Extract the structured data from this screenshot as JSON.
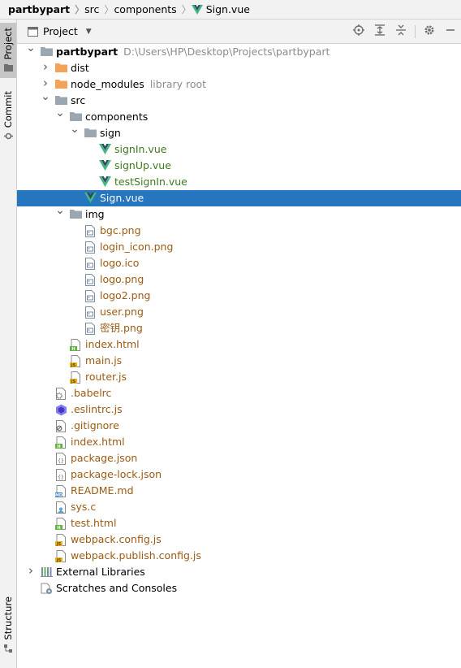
{
  "breadcrumb": {
    "items": [
      "partbypart",
      "src",
      "components",
      "Sign.vue"
    ]
  },
  "sidebar_tabs": {
    "project": "Project",
    "commit": "Commit",
    "structure": "Structure"
  },
  "tool_window": {
    "title": "Project",
    "toolbar_icons": [
      "locate-icon",
      "expand-all-icon",
      "collapse-all-icon",
      "settings-icon",
      "hide-icon"
    ]
  },
  "tree": {
    "root": {
      "label": "partbypart",
      "path": "D:\\Users\\HP\\Desktop\\Projects\\partbypart"
    },
    "dist": {
      "label": "dist"
    },
    "node_modules": {
      "label": "node_modules",
      "hint": "library root"
    },
    "src": {
      "label": "src"
    },
    "components": {
      "label": "components"
    },
    "sign": {
      "label": "sign"
    },
    "signIn": {
      "label": "signIn.vue"
    },
    "signUp": {
      "label": "signUp.vue"
    },
    "testSignIn": {
      "label": "testSignIn.vue"
    },
    "Sign": {
      "label": "Sign.vue"
    },
    "img": {
      "label": "img"
    },
    "bgc": {
      "label": "bgc.png"
    },
    "login_icon": {
      "label": "login_icon.png"
    },
    "logo_ico": {
      "label": "logo.ico"
    },
    "logo_png": {
      "label": "logo.png"
    },
    "logo2": {
      "label": "logo2.png"
    },
    "user": {
      "label": "user.png"
    },
    "key": {
      "label": "密钥.png"
    },
    "src_index": {
      "label": "index.html"
    },
    "main_js": {
      "label": "main.js"
    },
    "router_js": {
      "label": "router.js"
    },
    "babelrc": {
      "label": ".babelrc"
    },
    "eslintrc": {
      "label": ".eslintrc.js"
    },
    "gitignore": {
      "label": ".gitignore"
    },
    "index_html": {
      "label": "index.html"
    },
    "package_json": {
      "label": "package.json"
    },
    "package_lock": {
      "label": "package-lock.json"
    },
    "readme": {
      "label": "README.md"
    },
    "sys_c": {
      "label": "sys.c"
    },
    "test_html": {
      "label": "test.html"
    },
    "webpack_config": {
      "label": "webpack.config.js"
    },
    "webpack_publish": {
      "label": "webpack.publish.config.js"
    },
    "external": {
      "label": "External Libraries"
    },
    "scratches": {
      "label": "Scratches and Consoles"
    }
  },
  "colors": {
    "selection": "#2675bf",
    "vue_green": "#41b883",
    "vue_dark": "#35495e",
    "folder_gray": "#9aa7b0",
    "excluded_orange": "#f4a15a",
    "modified_green": "#3f7a1f",
    "unversioned_brown": "#9b5b13"
  }
}
